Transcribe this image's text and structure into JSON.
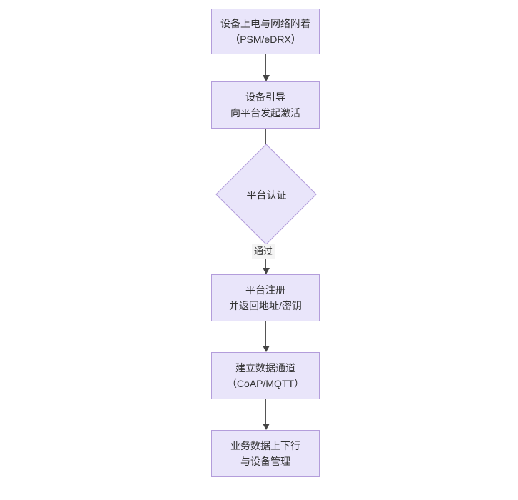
{
  "diagram": {
    "type": "flowchart",
    "orientation": "top-to-bottom",
    "theme": {
      "node_fill": "#e9e5fa",
      "node_border": "#b39ddb",
      "text_color": "#333333",
      "connector_color": "#555555",
      "edge_label_bg": "#f4f4f4",
      "canvas_bg": "#ffffff"
    },
    "nodes": [
      {
        "id": "power-on",
        "shape": "rect",
        "line1": "设备上电与网络附着",
        "line2": "（PSM/eDRX）"
      },
      {
        "id": "bootstrap",
        "shape": "rect",
        "line1": "设备引导",
        "line2": "向平台发起激活"
      },
      {
        "id": "platform-auth",
        "shape": "diamond",
        "line1": "平台认证",
        "line2": ""
      },
      {
        "id": "platform-register",
        "shape": "rect",
        "line1": "平台注册",
        "line2": "并返回地址/密钥"
      },
      {
        "id": "data-channel",
        "shape": "rect",
        "line1": "建立数据通道",
        "line2": "（CoAP/MQTT）"
      },
      {
        "id": "business-data",
        "shape": "rect",
        "line1": "业务数据上下行",
        "line2": "与设备管理"
      }
    ],
    "edges": [
      {
        "id": "e1",
        "from": "power-on",
        "to": "bootstrap",
        "label": ""
      },
      {
        "id": "e2",
        "from": "bootstrap",
        "to": "platform-auth",
        "label": ""
      },
      {
        "id": "e3",
        "from": "platform-auth",
        "to": "platform-register",
        "label": "通过"
      },
      {
        "id": "e4",
        "from": "platform-register",
        "to": "data-channel",
        "label": ""
      },
      {
        "id": "e5",
        "from": "data-channel",
        "to": "business-data",
        "label": ""
      }
    ]
  }
}
